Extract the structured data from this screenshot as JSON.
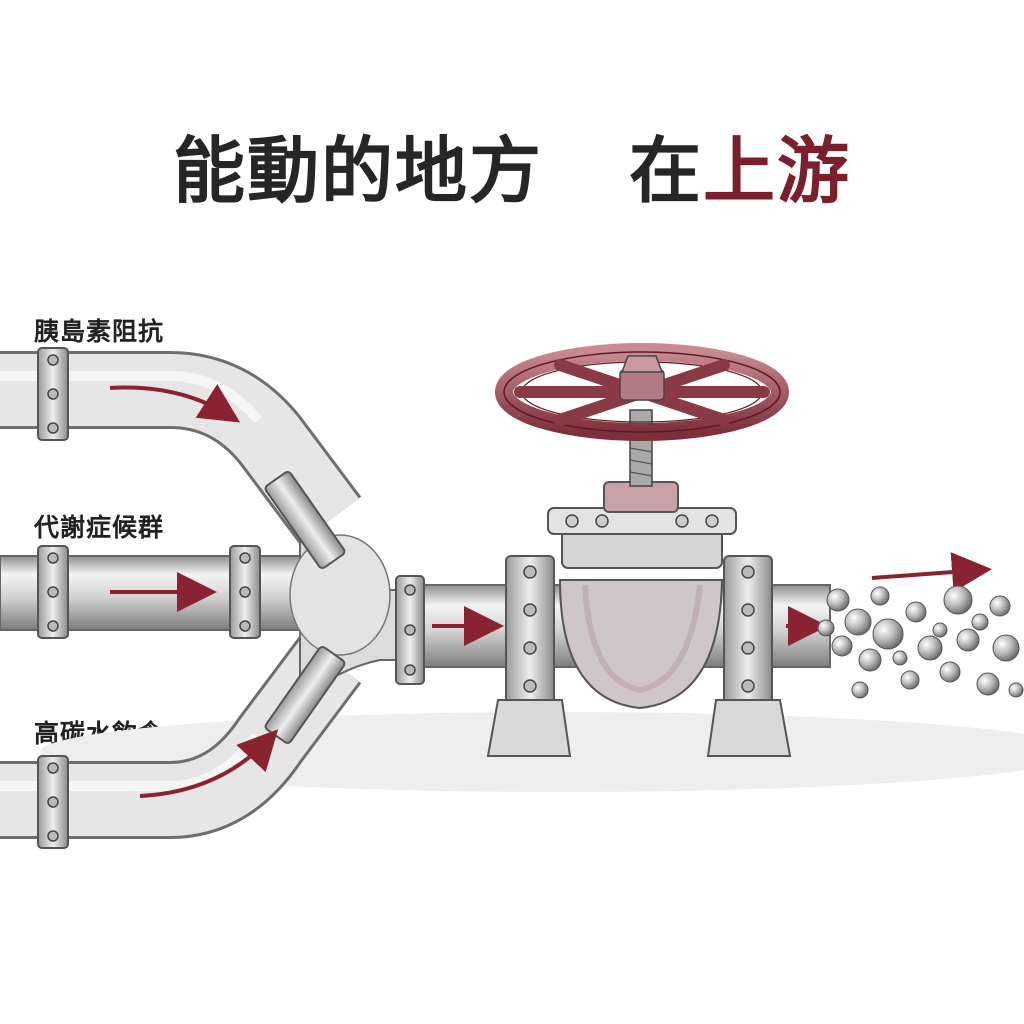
{
  "title": {
    "part1": "能動的地方",
    "part2_prefix": "在",
    "part2_accent": "上游"
  },
  "inputs": [
    {
      "label": "胰島素阻抗"
    },
    {
      "label": "代謝症候群"
    },
    {
      "label": "高碳水飲食"
    }
  ],
  "colors": {
    "title_text": "#262626",
    "accent": "#7a1f2b",
    "pipe": "#d9d9d9",
    "valve_wheel": "#9c4a55"
  }
}
